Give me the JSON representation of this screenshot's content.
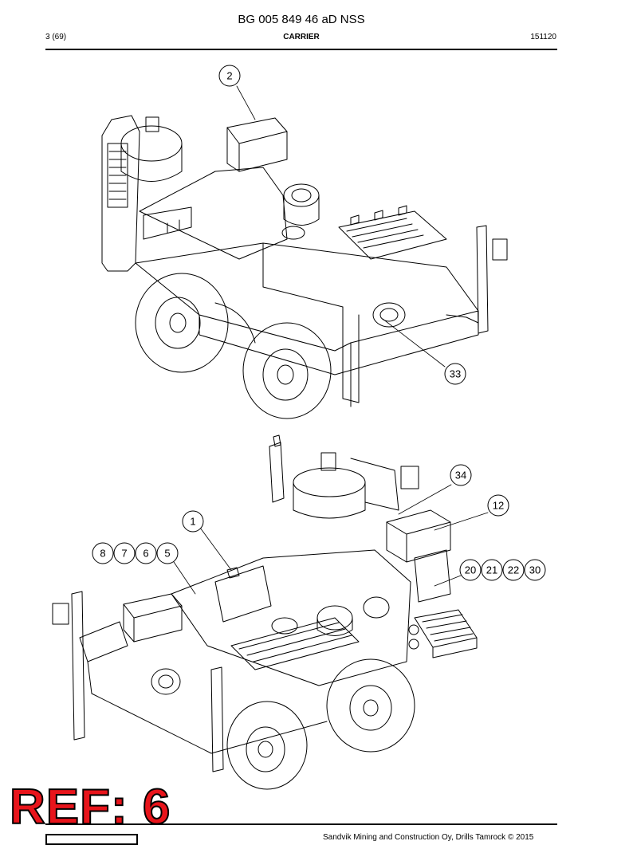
{
  "header": {
    "doc_code": "BG 005 849 46 aD NSS",
    "page": "3 (69)",
    "section": "CARRIER",
    "ref": "151120"
  },
  "callouts": {
    "top": [
      "2",
      "33"
    ],
    "bottom": [
      "34",
      "12",
      "1",
      "8",
      "7",
      "6",
      "5",
      "20",
      "21",
      "22",
      "30"
    ]
  },
  "stamp": {
    "label": "REF: 6",
    "color": "#e8141b"
  },
  "footer": {
    "text": "Sandvik Mining and Construction Oy, Drills Tamrock © 2015"
  }
}
